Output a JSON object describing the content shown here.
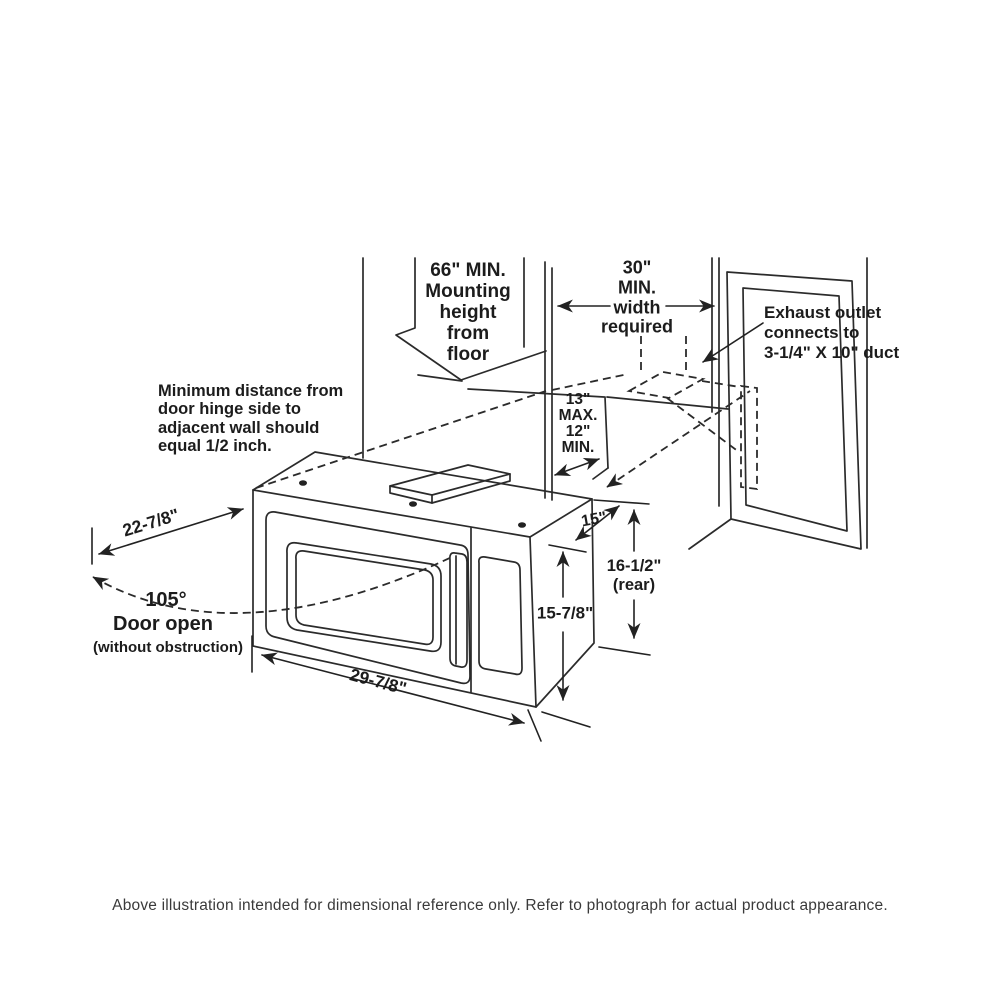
{
  "diagram": {
    "labels": {
      "mounting_height": "66\" MIN.\nMounting\nheight\nfrom\nfloor",
      "width_required": "30\"\nMIN.\nwidth\nrequired",
      "exhaust_outlet": "Exhaust outlet\nconnects to\n3-1/4\" X 10\" duct",
      "min_distance": "Minimum distance from\ndoor hinge side to\nadjacent wall should\nequal 1/2 inch.",
      "wall_depth": "13\"\nMAX.\n12\"\nMIN.",
      "door_projection": "22-7/8\"",
      "door_angle": "105°",
      "door_open": "Door open",
      "door_open_note": "(without obstruction)",
      "cabinet_width": "29-7/8\"",
      "top_depth": "15\"",
      "height_front": "15-7/8\"",
      "height_rear": "16-1/2\"\n(rear)"
    },
    "caption": "Above illustration intended for dimensional reference only. Refer to photograph for actual product appearance.",
    "line_color": "#2b2b2b",
    "background": "#ffffff"
  }
}
